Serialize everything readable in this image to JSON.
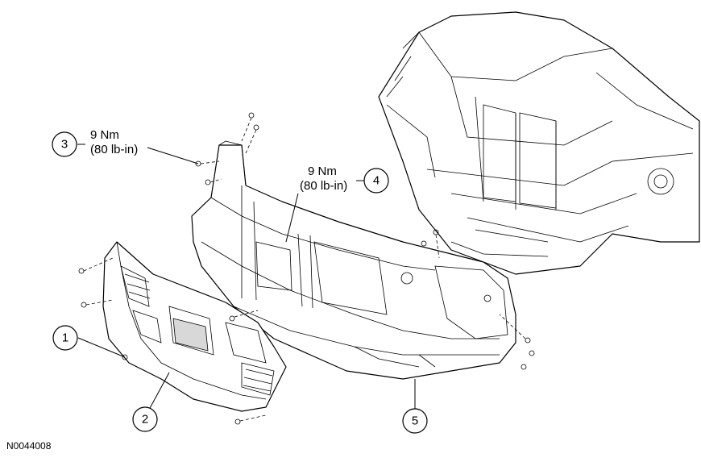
{
  "callouts": [
    {
      "number": "1"
    },
    {
      "number": "2"
    },
    {
      "number": "3",
      "torque_nm": "9 Nm",
      "torque_lbin": "(80 lb-in)"
    },
    {
      "number": "4",
      "torque_nm": "9 Nm",
      "torque_lbin": "(80 lb-in)"
    },
    {
      "number": "5"
    }
  ],
  "figure_id": "N0044008"
}
